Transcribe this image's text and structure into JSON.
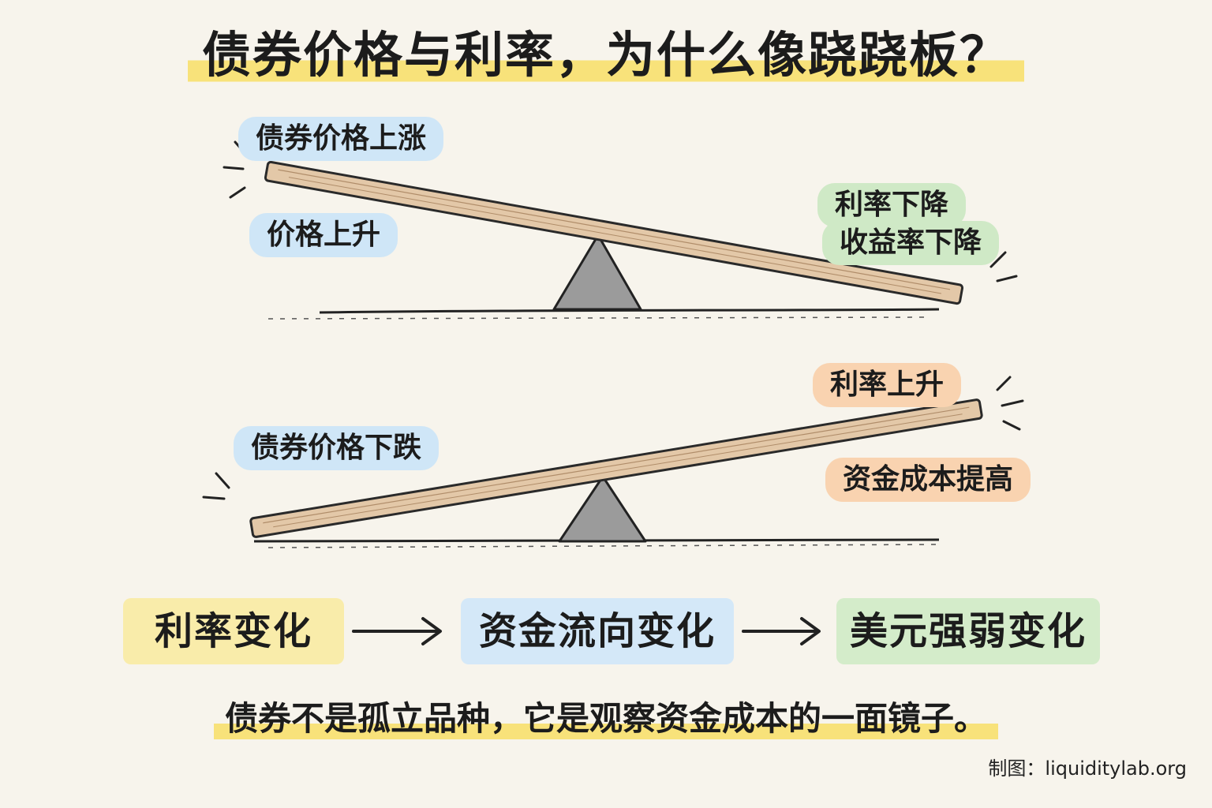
{
  "title": "债券价格与利率，为什么像跷跷板？",
  "seesaw_top": {
    "left_label": "债券价格上涨",
    "left_sub_label": "价格上升",
    "right_label_1": "利率下降",
    "right_label_2": "收益率下降"
  },
  "seesaw_bottom": {
    "left_label": "债券价格下跌",
    "right_label": "利率上升",
    "right_sub_label": "资金成本提高"
  },
  "flow": {
    "step_1": "利率变化",
    "step_2": "资金流向变化",
    "step_3": "美元强弱变化"
  },
  "conclusion": "债券不是孤立品种，它是观察资金成本的一面镜子。",
  "credit": "制图：liquiditylab.org",
  "colors": {
    "highlight_yellow": "#f8e27a",
    "tag_blue": "#cfe6f7",
    "tag_green": "#cfe9c6",
    "tag_orange": "#f9d3b0",
    "plank_wood": "#e3c8a8",
    "fulcrum_gray": "#9a9a9a"
  }
}
